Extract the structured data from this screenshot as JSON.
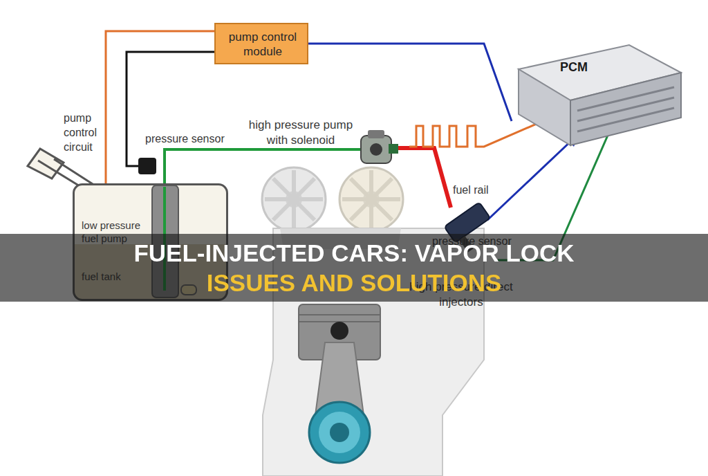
{
  "diagram": {
    "title": "FUEL-INJECTED CARS: VAPOR LOCK ISSUES AND SOLUTIONS",
    "nodes": [
      {
        "text": [
          "pump control module"
        ]
      },
      {
        "text": [
          "PCM"
        ]
      },
      {
        "text": [
          "low pressure fuel pump",
          "fuel tank"
        ]
      }
    ],
    "edges": [
      {
        "from": 0,
        "to": 1,
        "arrow": "none"
      },
      {
        "from": 0,
        "to": 2,
        "arrow": "none"
      }
    ],
    "labels": [
      "pump control circuit",
      "pressure sensor",
      "high pressure pump with solenoid",
      "fuel rail",
      "pressure sensor",
      "high pressure direct injectors"
    ]
  }
}
